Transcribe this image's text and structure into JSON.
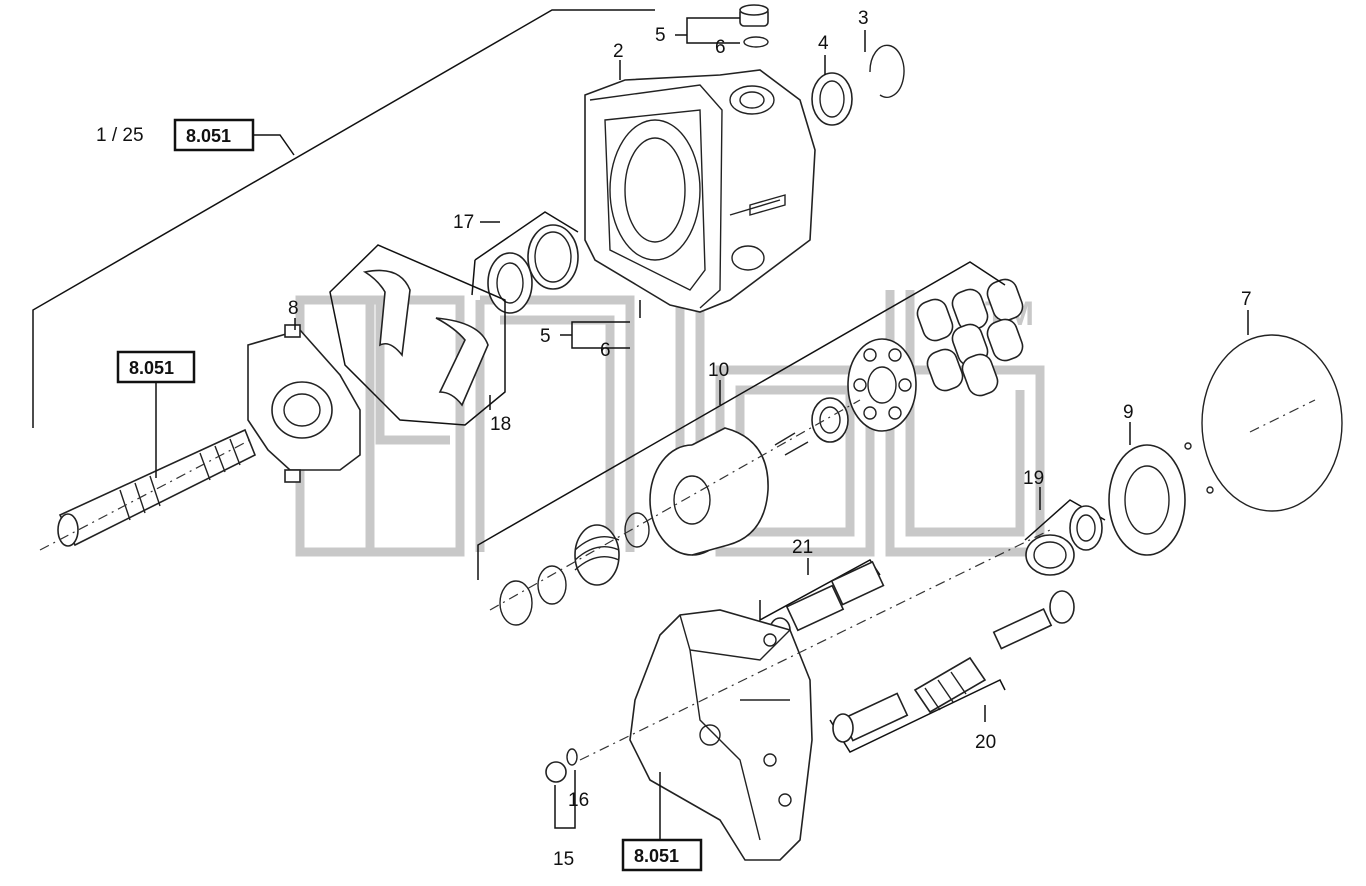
{
  "watermark": {
    "text": "dlifdp",
    "trademark": "TM"
  },
  "reference_boxes": [
    {
      "id": "ref-top",
      "prefix": "1 / 25",
      "label": "8.051"
    },
    {
      "id": "ref-shaft",
      "label": "8.051"
    },
    {
      "id": "ref-bottom",
      "label": "8.051"
    }
  ],
  "callouts": {
    "c1": "2",
    "c2": "3",
    "c3": "4",
    "c4": "5",
    "c5": "6",
    "c6": "5",
    "c7": "6",
    "c8": "7",
    "c9": "8",
    "c10": "9",
    "c11": "10",
    "c12": "15",
    "c13": "16",
    "c14": "17",
    "c15": "18",
    "c16": "19",
    "c17": "20",
    "c18": "21"
  }
}
